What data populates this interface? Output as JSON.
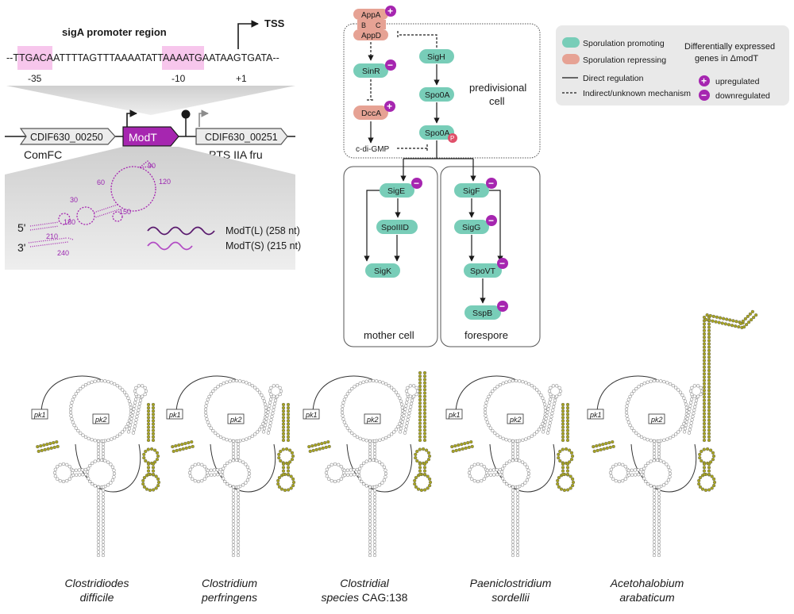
{
  "promoter": {
    "title": "sigA promoter region",
    "tss": "TSS",
    "seq_lead": "--",
    "box35": "TTGACA",
    "spacer": "ATTTTAGTTTAAAATAT",
    "box10": "TAAAAT",
    "tail_a": "GAATAA",
    "tail_g": "G",
    "tail_b": "TGATA--",
    "pos35": "-35",
    "pos10": "-10",
    "pos1": "+1"
  },
  "locus": {
    "gene_left": "CDIF630_00250",
    "gene_left_name": "ComFC",
    "modt": "ModT",
    "gene_right": "CDIF630_00251",
    "gene_right_name": "PTS IIA fru"
  },
  "structure_small": {
    "five": "5'",
    "three": "3'",
    "numbers": [
      "90",
      "60",
      "120",
      "30",
      "150",
      "180",
      "210",
      "240"
    ],
    "isoform_long": "ModT(L) (258 nt)",
    "isoform_short": "ModT(S) (215 nt)"
  },
  "network": {
    "appa": "AppA",
    "b": "B",
    "c": "C",
    "appd": "AppD",
    "sigh": "SigH",
    "sinr": "SinR",
    "spo0a_1": "Spo0A",
    "dcca": "DccA",
    "spo0a_2": "Spo0A",
    "phospho": "P",
    "cdigmp": "c-di-GMP",
    "predivisional": [
      "predivisional",
      "cell"
    ],
    "sige": "SigE",
    "spoiiid": "SpoIIID",
    "sigk": "SigK",
    "sigf": "SigF",
    "sigg": "SigG",
    "spovt": "SpoVT",
    "sspb": "SspB",
    "mother_cell": "mother cell",
    "forespore": "forespore",
    "plus": "+",
    "minus": "−"
  },
  "legend": {
    "promoting": "Sporulation promoting",
    "repressing": "Sporulation repressing",
    "direct": "Direct regulation",
    "indirect": "Indirect/unknown mechanism",
    "de_title_1": "Differentially expressed",
    "de_title_2": "genes in ΔmodT",
    "up": "upregulated",
    "down": "downregulated",
    "colors": {
      "promoting": "#78cdb8",
      "repressing": "#e6a294",
      "modt": "#a626b0",
      "highlight": "#f7c6ec",
      "modt_line": "#9b27b0",
      "olive": "#a9a51f"
    }
  },
  "species_panel": {
    "pk1": "pk1",
    "pk2": "pk2",
    "species": [
      {
        "line1": "Clostridiodes",
        "line2": "difficile",
        "plain2": ""
      },
      {
        "line1": "Clostridium",
        "line2": "perfringens",
        "plain2": ""
      },
      {
        "line1": "Clostridial",
        "line2": "species",
        "plain2": " CAG:138"
      },
      {
        "line1": "Paeniclostridium",
        "line2": "sordellii",
        "plain2": ""
      },
      {
        "line1": "Acetohalobium",
        "line2": "arabaticum",
        "plain2": ""
      }
    ]
  }
}
